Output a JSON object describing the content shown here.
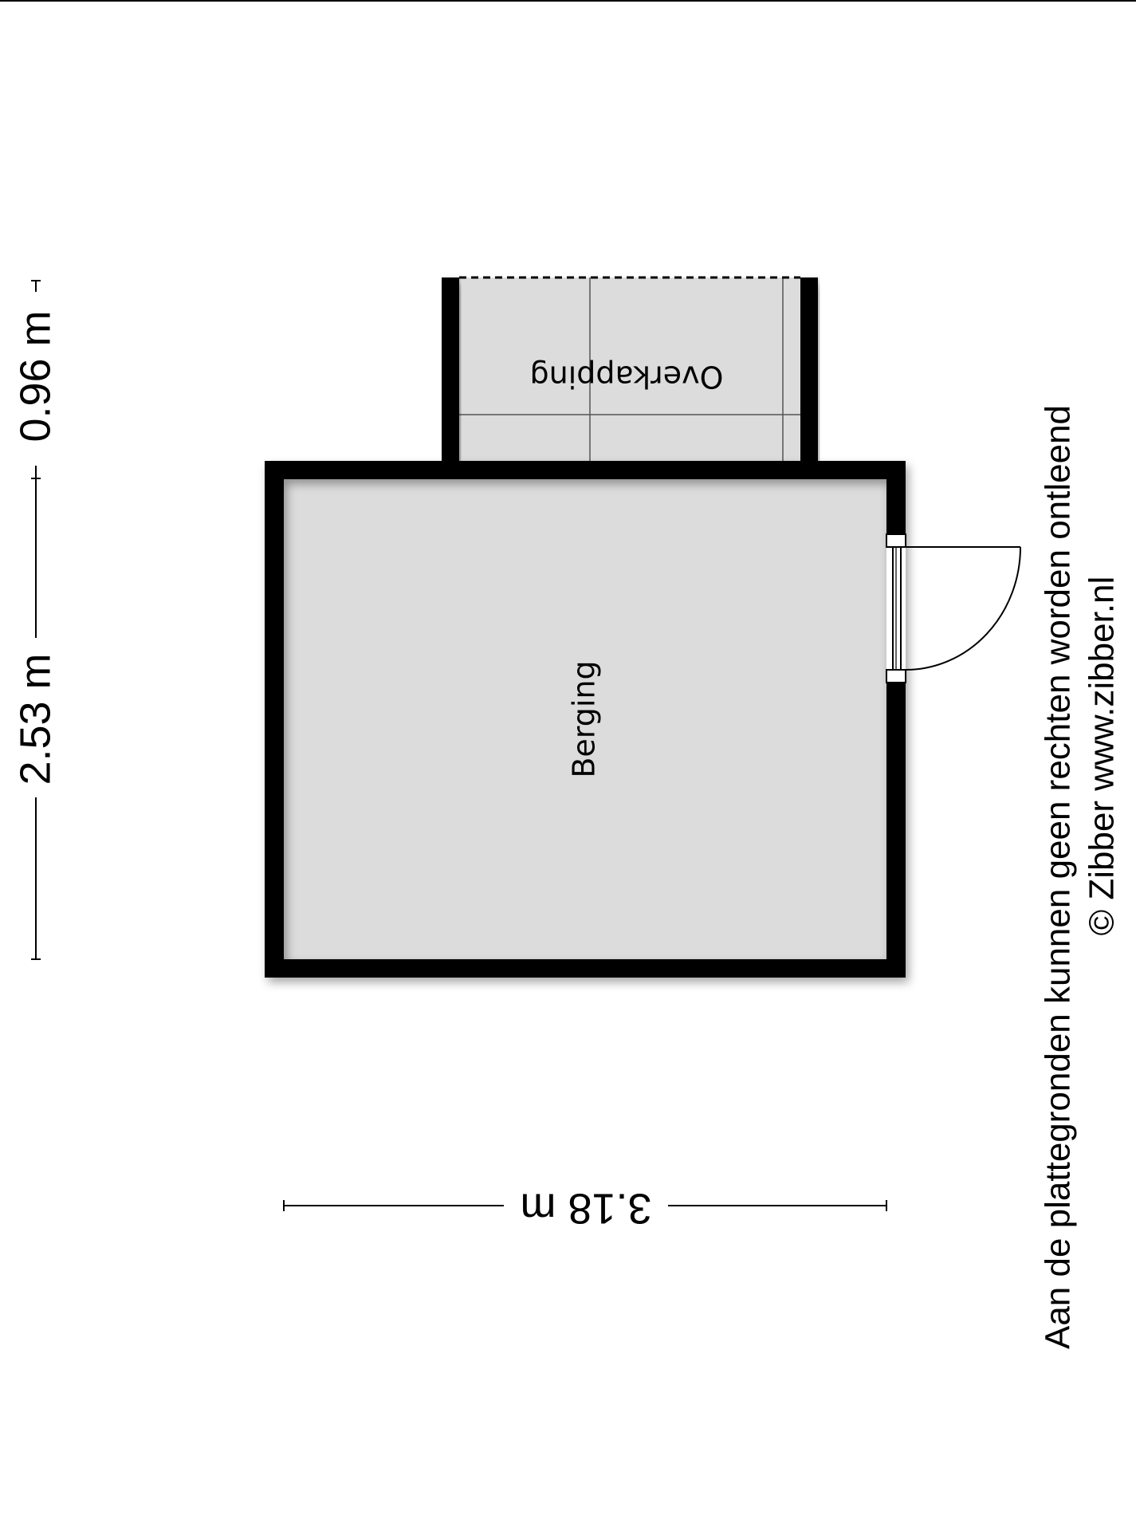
{
  "rooms": {
    "main": {
      "label": "Berging"
    },
    "canopy": {
      "label": "Overkapping"
    }
  },
  "dimensions": {
    "width": "3.18 m",
    "depth_main": "2.53 m",
    "depth_canopy": "0.96 m"
  },
  "notes": {
    "disclaimer": "Aan de plattegronden kunnen geen rechten worden ontleend",
    "copyright": "© Zibber www.zibber.nl"
  },
  "colors": {
    "wall": "#000000",
    "floor": "#dcdcdc",
    "background": "#ffffff"
  }
}
